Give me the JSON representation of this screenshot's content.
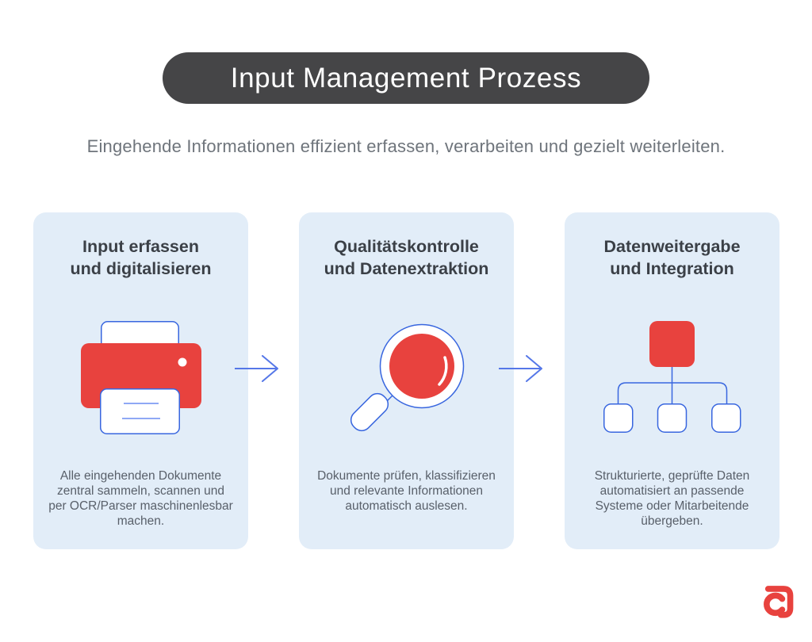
{
  "title": "Input Management Prozess",
  "subtitle": "Eingehende Informationen effizient erfassen, verarbeiten und gezielt weiterleiten.",
  "colors": {
    "banner_bg": "#454547",
    "card_bg": "#e2edf8",
    "accent_red": "#e8423e",
    "line_blue": "#3866df",
    "light_blue_line": "#8fa8f5",
    "arrow_blue": "#5577e8",
    "heading_text": "#3b4047",
    "body_text": "#59606a",
    "subtitle_text": "#6e747b"
  },
  "cards": [
    {
      "id": "input-erfassen",
      "icon": "printer-icon",
      "heading_lines": [
        "Input erfassen",
        "und digitalisieren"
      ],
      "description_lines": [
        "Alle eingehenden Dokumente",
        "zentral sammeln, scannen und",
        "per OCR/Parser maschinenlesbar",
        "machen."
      ]
    },
    {
      "id": "qualitaetskontrolle",
      "icon": "magnifier-icon",
      "heading_lines": [
        "Qualitätskontrolle",
        "und Datenextraktion"
      ],
      "description_lines": [
        "Dokumente prüfen, klassifizieren",
        "und relevante Informationen",
        "automatisch auslesen."
      ]
    },
    {
      "id": "datenweitergabe",
      "icon": "org-hierarchy-icon",
      "heading_lines": [
        "Datenweitergabe",
        "und Integration"
      ],
      "description_lines": [
        "Strukturierte, geprüfte Daten",
        "automatisiert an passende",
        "Systeme oder Mitarbeitende",
        "übergeben."
      ]
    }
  ],
  "logo": {
    "icon": "brand-a-logo",
    "color": "#e8423e"
  }
}
